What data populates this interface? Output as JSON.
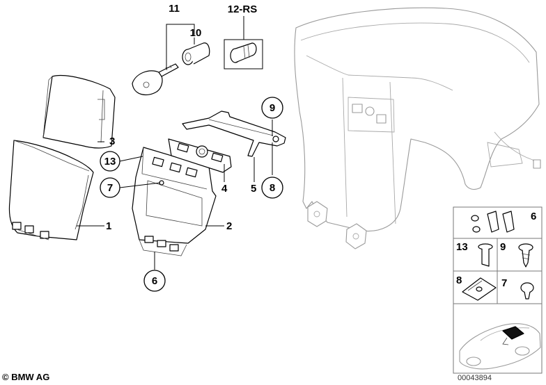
{
  "labels": {
    "l1": "1",
    "l2": "2",
    "l3": "3",
    "l4": "4",
    "l5": "5",
    "l6": "6",
    "l7": "7",
    "l8": "8",
    "l9": "9",
    "l10": "10",
    "l11": "11",
    "l12": "12-RS",
    "l13": "13"
  },
  "inset": {
    "c6": "6",
    "c13": "13",
    "c9": "9",
    "c8": "8",
    "c7": "7"
  },
  "footer": {
    "copyright": "© BMW AG",
    "drawing_number": "00043894"
  }
}
